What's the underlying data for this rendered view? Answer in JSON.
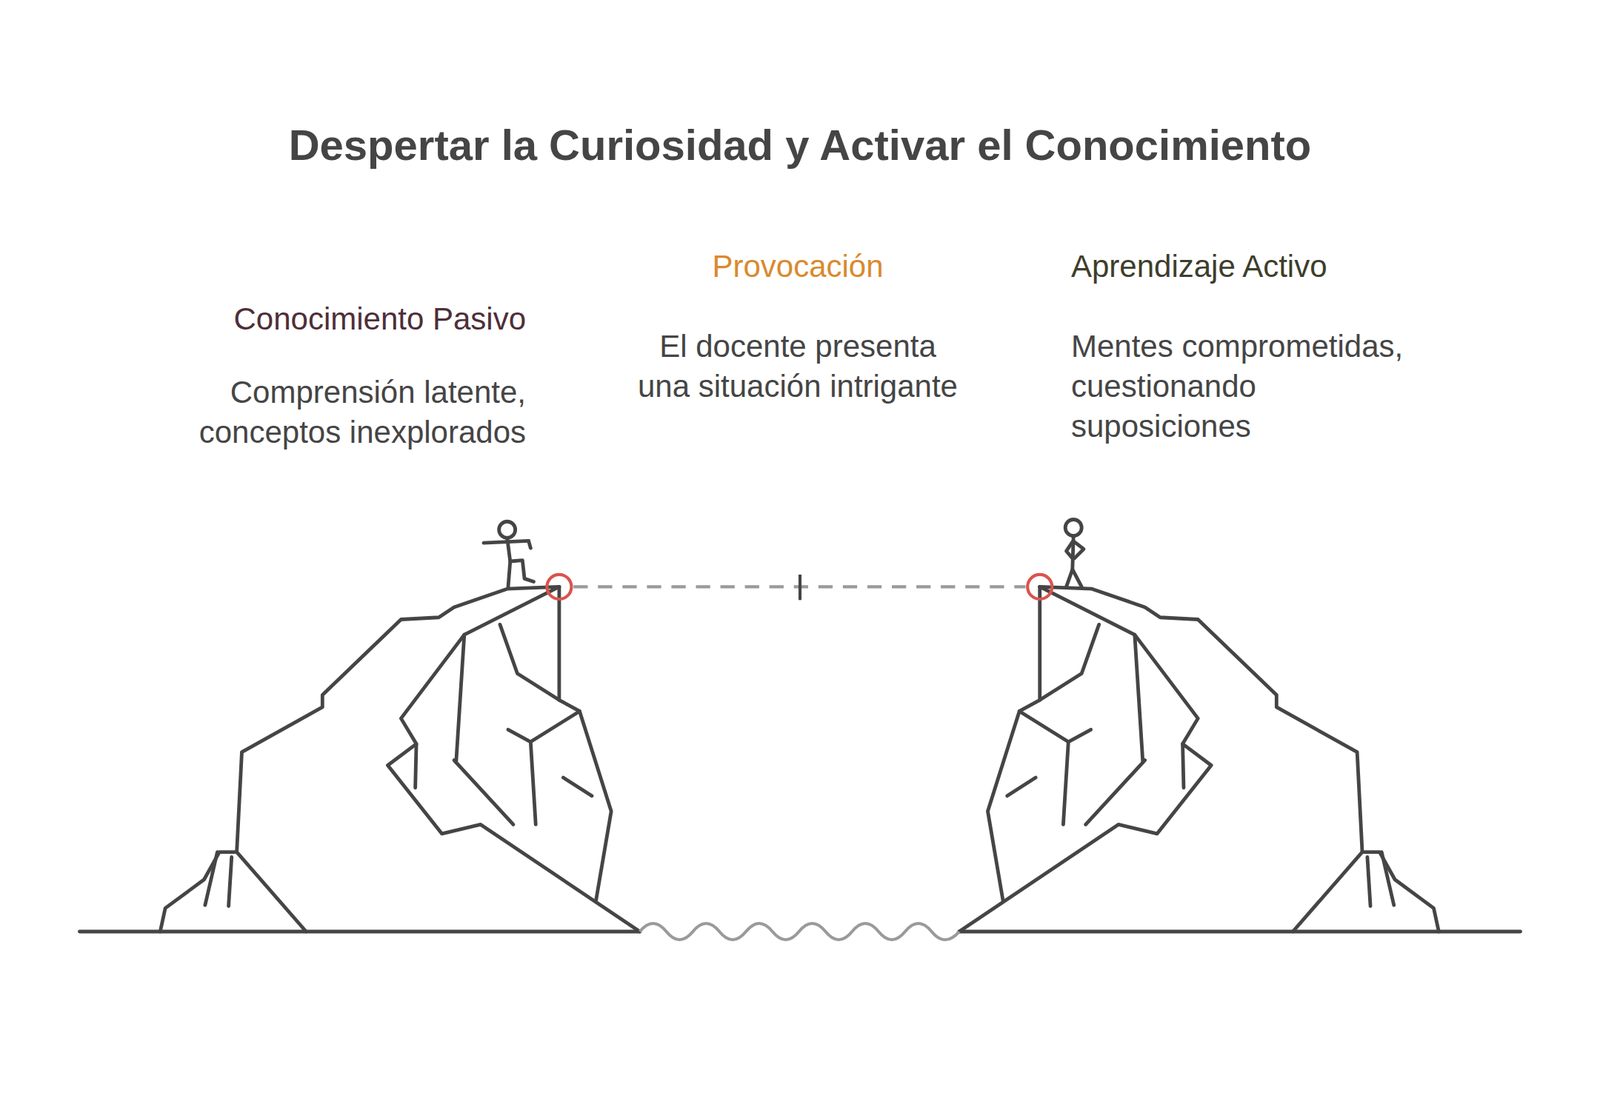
{
  "diagram": {
    "title": "Despertar la Curiosidad y Activar el Conocimiento",
    "nodes": [
      {
        "text": [
          "Conocimiento Pasivo",
          "Comprensión latente, conceptos inexplorados"
        ]
      },
      {
        "text": [
          "Provocación",
          "El docente presenta una situación intrigante"
        ]
      },
      {
        "text": [
          "Aprendizaje Activo",
          "Mentes comprometidas, cuestionando suposiciones"
        ]
      }
    ]
  }
}
